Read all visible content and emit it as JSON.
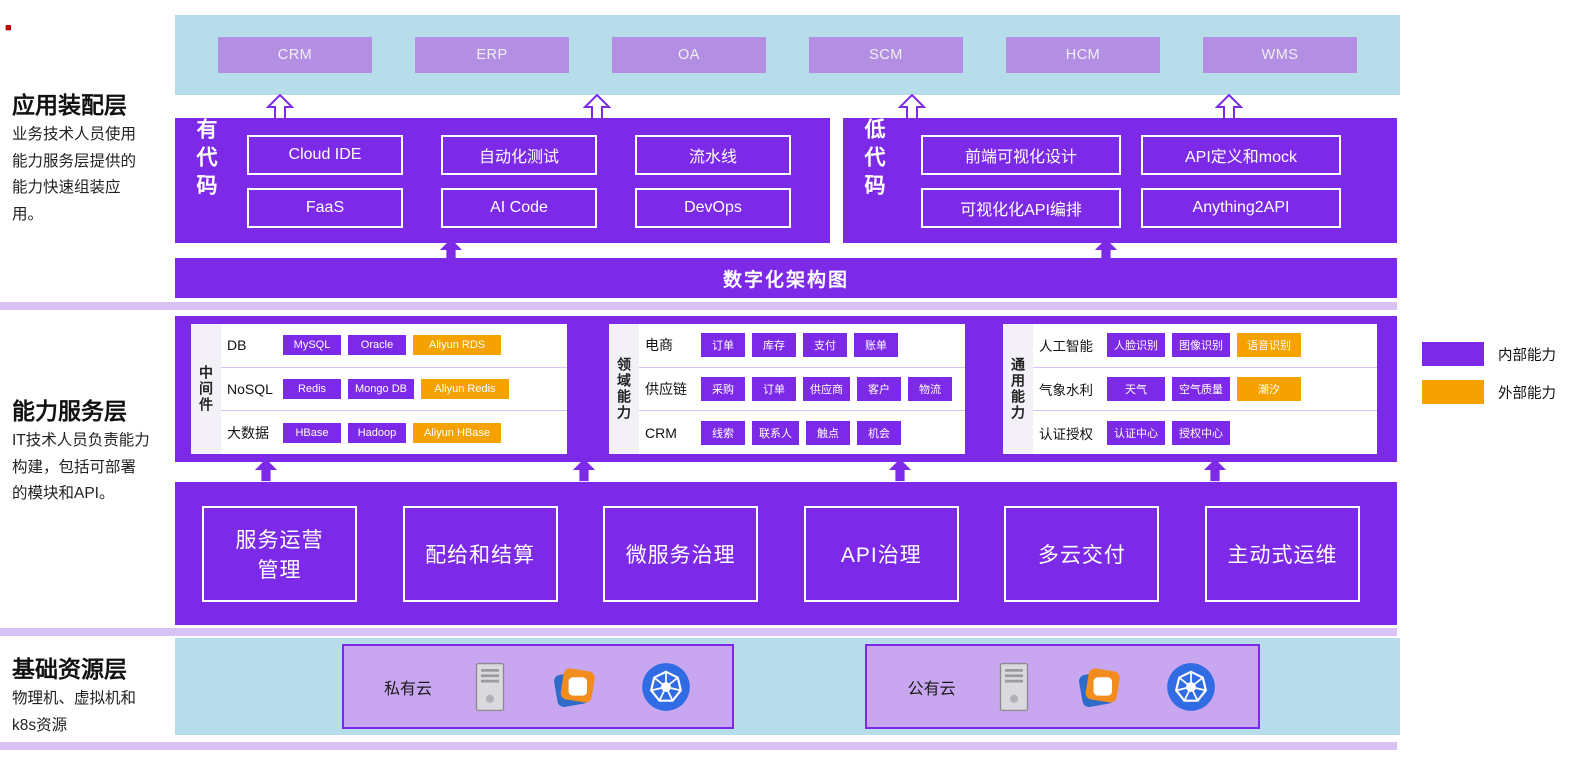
{
  "page": {
    "corner_mark": "■"
  },
  "colors": {
    "purple": "#7D2AE8",
    "light_blue": "#B7DDEB",
    "light_purple_button": "#B28FE3",
    "cloud_box_fill": "#C9A7F0",
    "orange": "#F5A100",
    "kubernetes_blue": "#326CE5"
  },
  "left_panel": {
    "app_layer_title": "应用装配层",
    "app_layer_desc": "业务技术人员使用能力服务层提供的能力快速组装应用。",
    "capability_layer_title": "能力服务层",
    "capability_layer_desc": "IT技术人员负责能力构建，包括可部署的模块和API。",
    "infra_layer_title": "基础资源层",
    "infra_layer_desc": "物理机、虚拟机和k8s资源"
  },
  "apps": [
    "CRM",
    "ERP",
    "OA",
    "SCM",
    "HCM",
    "WMS"
  ],
  "code_with": {
    "label": "有代码",
    "buttons": [
      "Cloud IDE",
      "自动化测试",
      "流水线",
      "FaaS",
      "AI Code",
      "DevOps"
    ]
  },
  "code_low": {
    "label": "低代码",
    "buttons": [
      "前端可视化设计",
      "API定义和mock",
      "可视化化API编排",
      "Anything2API"
    ]
  },
  "arch_band": {
    "label": "数字化架构图"
  },
  "capability": {
    "panels": [
      {
        "label": "中间件",
        "rows": [
          {
            "name": "DB",
            "chips": [
              {
                "label": "MySQL",
                "type": "internal"
              },
              {
                "label": "Oracle",
                "type": "internal"
              },
              {
                "label": "Aliyun RDS",
                "type": "external"
              }
            ]
          },
          {
            "name": "NoSQL",
            "chips": [
              {
                "label": "Redis",
                "type": "internal"
              },
              {
                "label": "Mongo DB",
                "type": "internal"
              },
              {
                "label": "Aliyun Redis",
                "type": "external"
              }
            ]
          },
          {
            "name": "大数据",
            "chips": [
              {
                "label": "HBase",
                "type": "internal"
              },
              {
                "label": "Hadoop",
                "type": "internal"
              },
              {
                "label": "Aliyun HBase",
                "type": "external"
              }
            ]
          }
        ]
      },
      {
        "label": "领域能力",
        "rows": [
          {
            "name": "电商",
            "chips": [
              {
                "label": "订单",
                "type": "internal"
              },
              {
                "label": "库存",
                "type": "internal"
              },
              {
                "label": "支付",
                "type": "internal"
              },
              {
                "label": "账单",
                "type": "internal"
              }
            ]
          },
          {
            "name": "供应链",
            "chips": [
              {
                "label": "采购",
                "type": "internal"
              },
              {
                "label": "订单",
                "type": "internal"
              },
              {
                "label": "供应商",
                "type": "internal"
              },
              {
                "label": "客户",
                "type": "internal"
              },
              {
                "label": "物流",
                "type": "internal"
              }
            ]
          },
          {
            "name": "CRM",
            "chips": [
              {
                "label": "线索",
                "type": "internal"
              },
              {
                "label": "联系人",
                "type": "internal"
              },
              {
                "label": "触点",
                "type": "internal"
              },
              {
                "label": "机会",
                "type": "internal"
              }
            ]
          }
        ]
      },
      {
        "label": "通用能力",
        "rows": [
          {
            "name": "人工智能",
            "chips": [
              {
                "label": "人脸识别",
                "type": "internal"
              },
              {
                "label": "图像识别",
                "type": "internal"
              },
              {
                "label": "语音识别",
                "type": "external"
              }
            ]
          },
          {
            "name": "气象水利",
            "chips": [
              {
                "label": "天气",
                "type": "internal"
              },
              {
                "label": "空气质量",
                "type": "internal"
              },
              {
                "label": "潮汐",
                "type": "external"
              }
            ]
          },
          {
            "name": "认证授权",
            "chips": [
              {
                "label": "认证中心",
                "type": "internal"
              },
              {
                "label": "授权中心",
                "type": "internal"
              }
            ]
          }
        ]
      }
    ]
  },
  "legend": {
    "internal": "内部能力",
    "external": "外部能力"
  },
  "services": [
    "服务运营管理",
    "配给和结算",
    "微服务治理",
    "API治理",
    "多云交付",
    "主动式运维"
  ],
  "infra": {
    "clouds": [
      {
        "label": "私有云",
        "icons": [
          "server-icon",
          "vmware-icon",
          "kubernetes-icon"
        ]
      },
      {
        "label": "公有云",
        "icons": [
          "server-icon",
          "vmware-icon",
          "kubernetes-icon"
        ]
      }
    ]
  }
}
